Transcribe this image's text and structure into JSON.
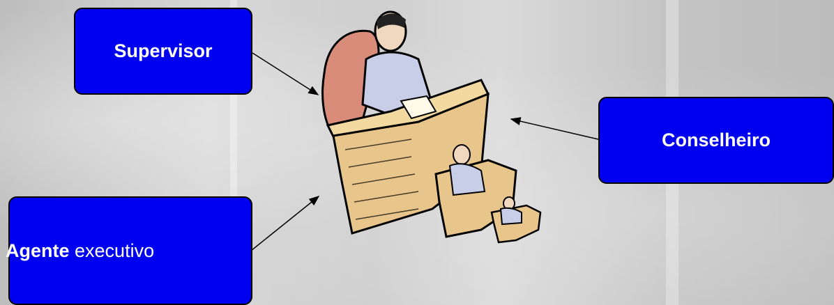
{
  "diagram": {
    "supervisor_label": "Supervisor",
    "conselheiro_label": "Conselheiro",
    "agente_bold": "Agente",
    "agente_rest": " executivo"
  },
  "colors": {
    "box_fill": "#0000f0",
    "box_text": "#ffffff",
    "arrow": "#000000"
  },
  "icons": {
    "central": "office-hierarchy-illustration"
  }
}
